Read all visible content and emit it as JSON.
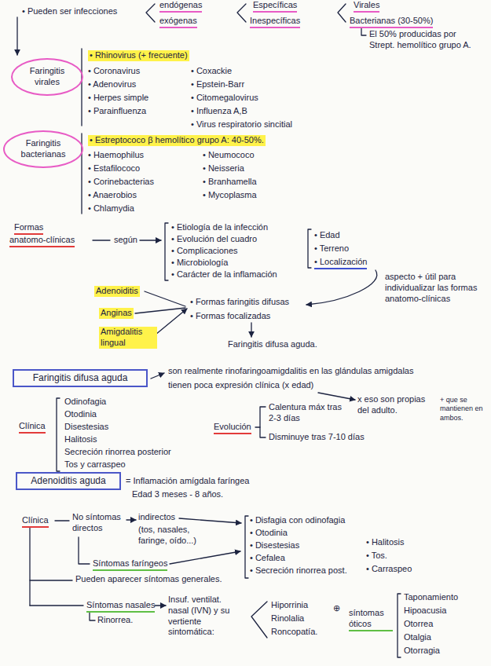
{
  "diagram": {
    "nodes": [
      {
        "text": [
          "Faringitis virales"
        ]
      },
      {
        "text": [
          "Faringitis bacterianas"
        ]
      },
      {
        "text": [
          "Faringitis difusa aguda"
        ]
      },
      {
        "text": [
          "Adenoiditis aguda"
        ]
      }
    ],
    "labels": [
      "• Pueden ser infecciones",
      "endógenas",
      "exógenas",
      "Específicas",
      "Inespecíficas",
      "Virales",
      "Bacterianas (30-50%)",
      "El 50% producidas por",
      "Strept. hemolítico grupo A.",
      "• Rhinovirus (+ frecuente)",
      "• Coronavirus",
      "• Adenovirus",
      "• Herpes simple",
      "• Parainfluenza",
      "• Coxackie",
      "• Epstein-Barr",
      "• Citomegalovirus",
      "• Influenza A,B",
      "• Virus respiratorio sincitial",
      "• Estreptococo β hemolítico grupo A: 40-50%.",
      "• Haemophilus",
      "• Estafilococo",
      "• Corinebacterias",
      "• Anaerobios",
      "• Chlamydia",
      "• Neumococo",
      "• Neisseria",
      "• Branhamella",
      "• Mycoplasma",
      "Formas",
      "anatomo-clínicas",
      "según",
      "• Etiología de la infección",
      "• Evolución del cuadro",
      "• Complicaciones",
      "• Microbiología",
      "• Carácter de la inflamación",
      "• Edad",
      "• Terreno",
      "• Localización",
      "aspecto + útil para individualizar las formas anatomo-clínicas",
      "Adenoiditis",
      "Anginas",
      "Amigdalitis lingual",
      "• Formas faringitis difusas",
      "• Formas focalizadas",
      "Faringitis difusa aguda.",
      "son realmente rinofaringoamigdalitis en las glándulas amigdalas",
      "tienen poca expresión clínica (x edad)",
      "x eso son propias del adulto.",
      "+ que se mantienen en ambos.",
      "Clínica",
      "Odinofagia",
      "Otodinia",
      "Disestesias",
      "Halitosis",
      "Secreción rinorrea posterior",
      "Tos y carraspeo",
      "Evolución",
      "Calentura máx tras 2-3 días",
      "Disminuye tras 7-10 días",
      "= Inflamación amígdala faríngea",
      "Edad 3 meses - 8 años.",
      "Clínica",
      "No síntomas directos",
      "indirectos",
      "(tos, nasales, faringe, oído...)",
      "Síntomas faríngeos",
      "Pueden aparecer síntomas generales.",
      "Síntomas nasales",
      "Rinorrea.",
      "Insuf. ventilat. nasal (IVN) y su vertiente sintomática:",
      "• Disfagia con odinofagia",
      "• Otodinia",
      "• Disestesias",
      "• Cefalea",
      "• Secreción rinorrea post.",
      "• Halitosis",
      "• Tos.",
      "• Carraspeo",
      "Hiporrinia",
      "Rinolalia",
      "Roncopatía.",
      "⊕",
      "síntomas óticos",
      "Taponamiento",
      "Hipoacusia",
      "Otorrea",
      "Otalgia",
      "Otorragia"
    ]
  }
}
